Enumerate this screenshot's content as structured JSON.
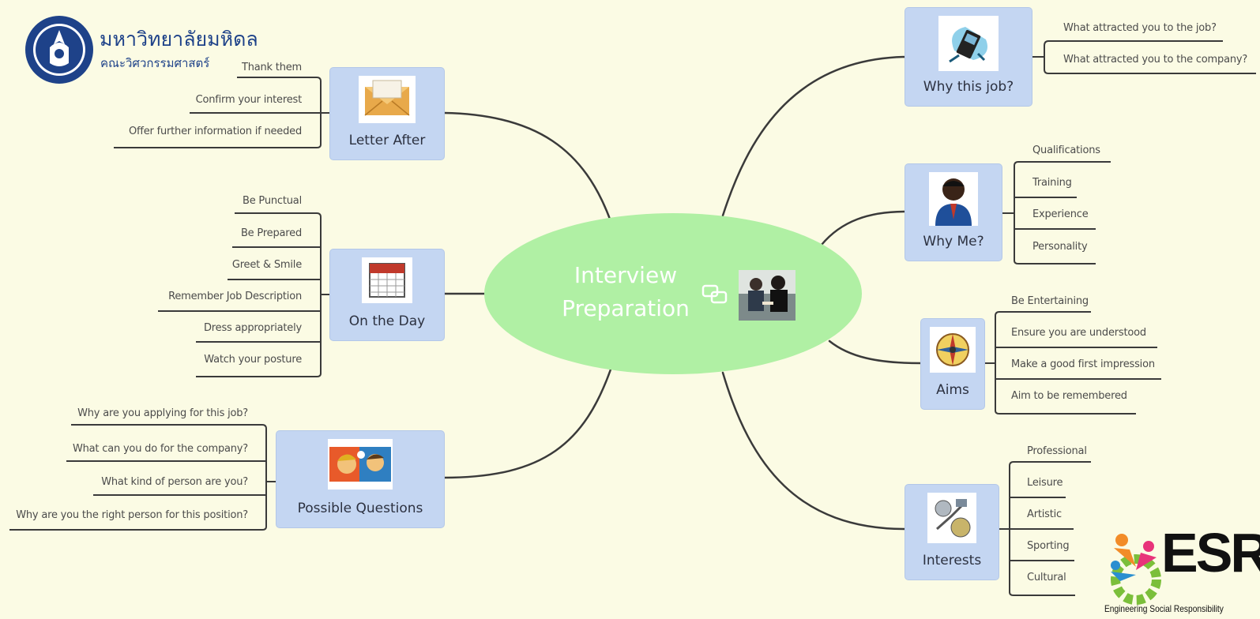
{
  "center": {
    "title": "Interview\nPreparation"
  },
  "header": {
    "university_th": "มหาวิทยาลัยมหิดล",
    "faculty_th": "คณะวิศวกรรมศาสตร์"
  },
  "branches": {
    "letter_after": {
      "label": "Letter After",
      "items": [
        "Thank them",
        "Confirm your interest",
        "Offer further information if needed"
      ]
    },
    "on_the_day": {
      "label": "On the Day",
      "items": [
        "Be Punctual",
        "Be Prepared",
        "Greet & Smile",
        "Remember Job Description",
        "Dress appropriately",
        "Watch your posture"
      ]
    },
    "possible_questions": {
      "label": "Possible Questions",
      "items": [
        "Why are you applying for this job?",
        "What can you do for the company?",
        "What kind of person are you?",
        "Why are you the right person for this position?"
      ]
    },
    "why_this_job": {
      "label": "Why this job?",
      "items": [
        "What attracted you to the job?",
        "What attracted you to the company?"
      ]
    },
    "why_me": {
      "label": "Why Me?",
      "items": [
        "Qualifications",
        "Training",
        "Experience",
        "Personality"
      ]
    },
    "aims": {
      "label": "Aims",
      "items": [
        "Be Entertaining",
        "Ensure you are understood",
        "Make a good first impression",
        "Aim to be remembered"
      ]
    },
    "interests": {
      "label": "Interests",
      "items": [
        "Professional",
        "Leisure",
        "Artistic",
        "Sporting",
        "Cultural"
      ]
    }
  },
  "esr": {
    "mark": "ESR",
    "caption": "Engineering Social Responsibility"
  },
  "colors": {
    "background": "#fbfbe4",
    "center_fill": "#b0f0a4",
    "node_fill": "#c4d6f2",
    "line": "#3a3a3a",
    "logo_blue": "#1e4289"
  },
  "icons": {
    "letter_after": "envelope-icon",
    "on_the_day": "calendar-icon",
    "possible_questions": "conversation-icon",
    "why_this_job": "phone-icon",
    "why_me": "person-icon",
    "aims": "compass-icon",
    "interests": "activities-icon",
    "center": "interview-photo",
    "link": "link-icon"
  }
}
